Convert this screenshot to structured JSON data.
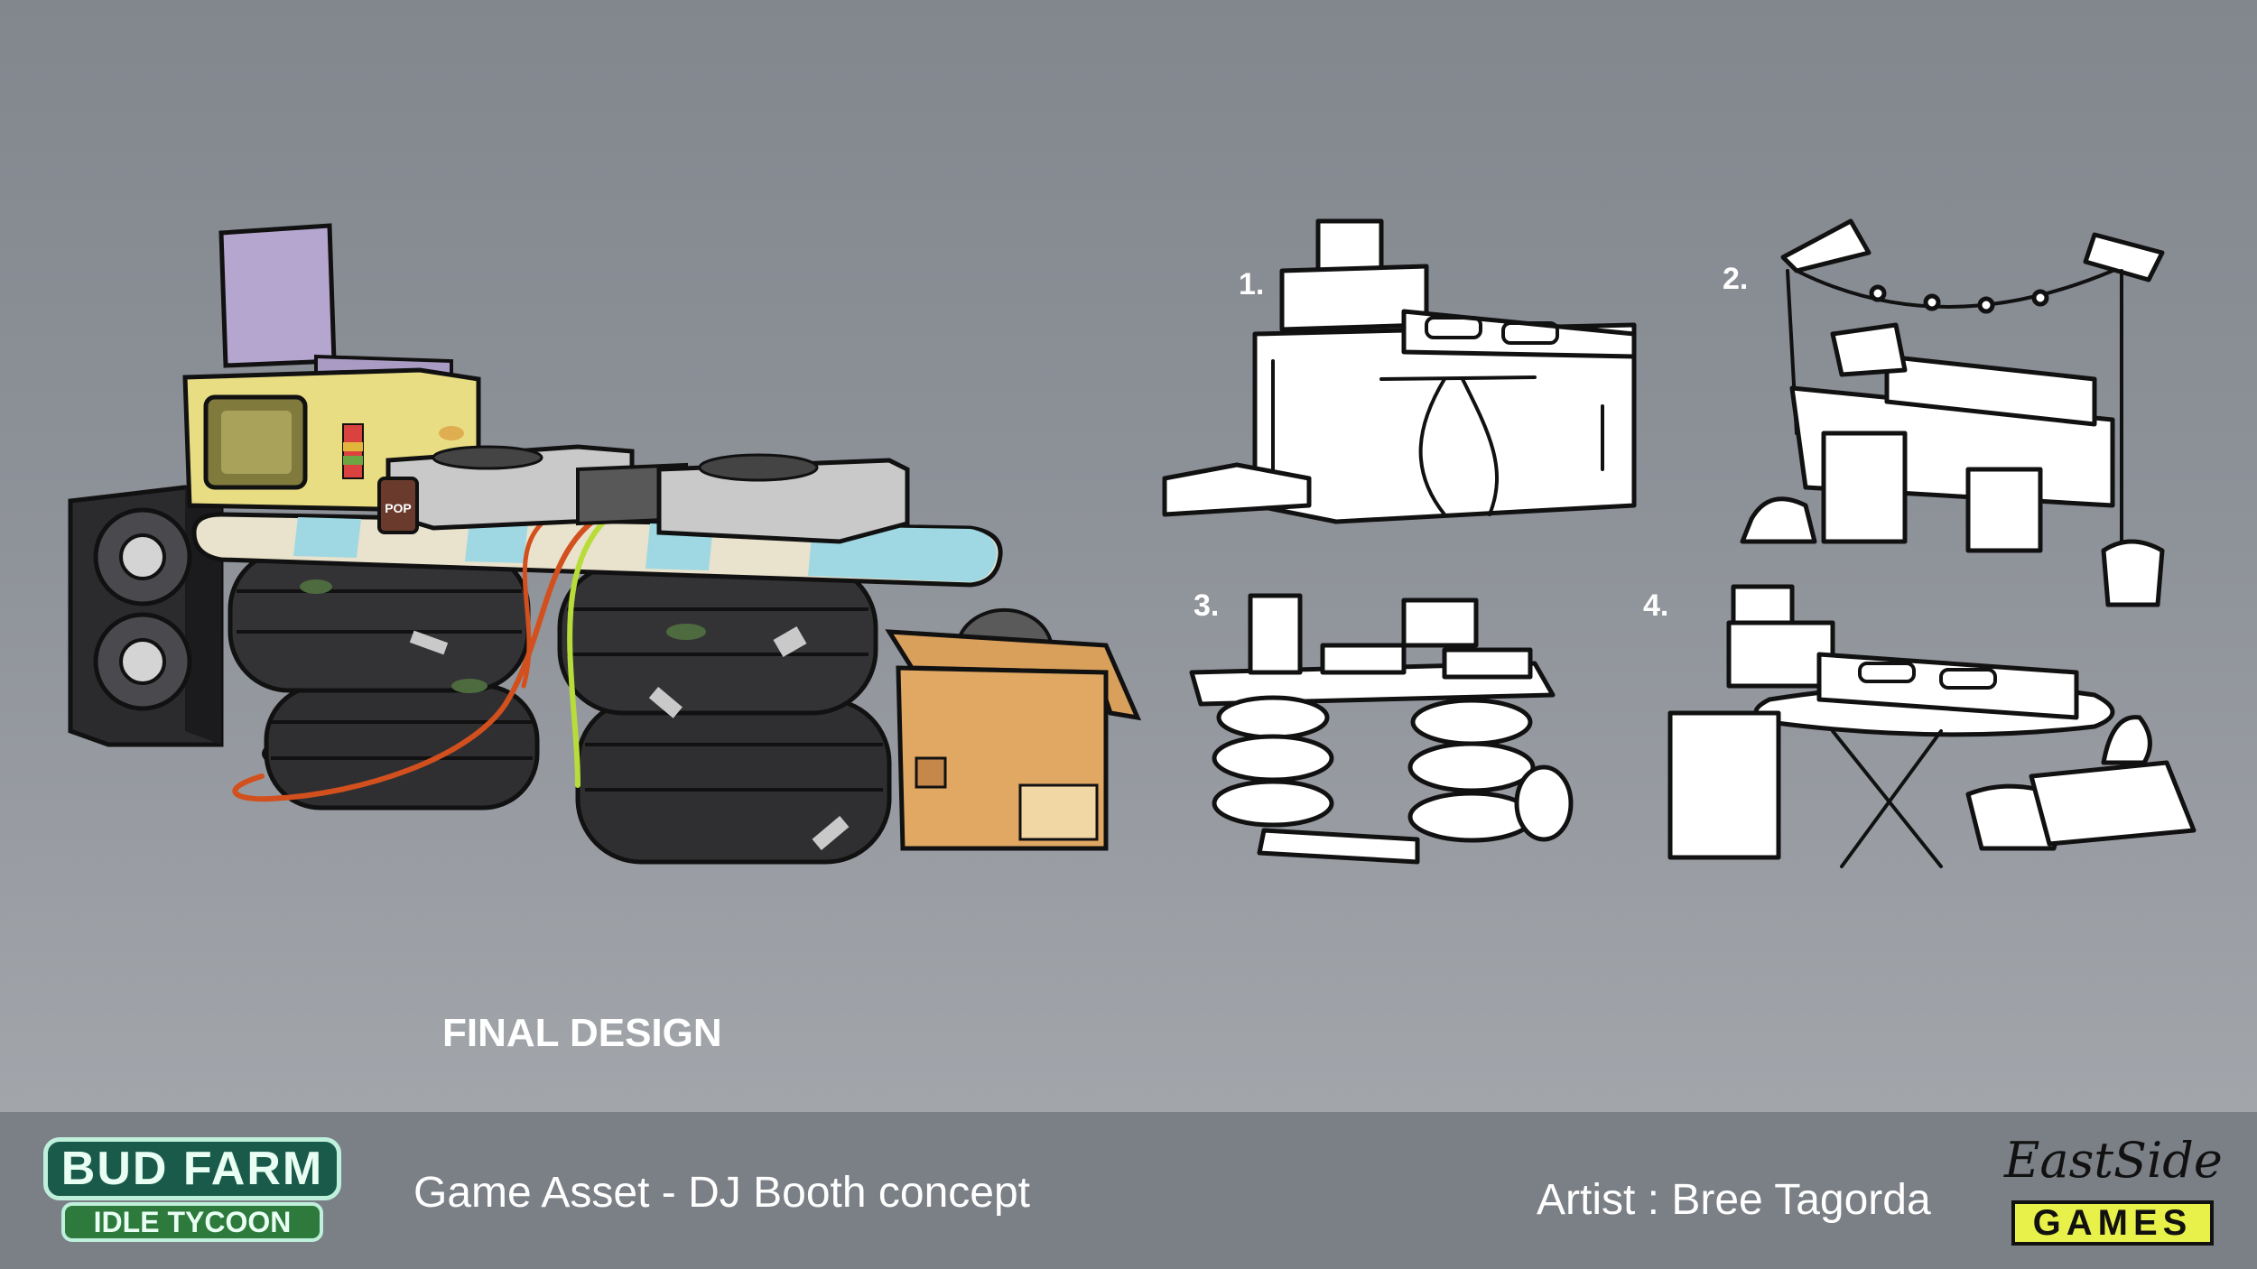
{
  "canvas": {
    "final_design_label": "FINAL DESIGN",
    "sketch_numbers": [
      "1.",
      "2.",
      "3.",
      "4."
    ],
    "can_label": "POP"
  },
  "footer": {
    "logo_line1": "BUD FARM",
    "logo_line2": "IDLE TYCOON",
    "title": "Game Asset - DJ Booth concept",
    "artist": "Artist : Bree Tagorda",
    "studio_line1": "EastSide",
    "studio_line2": "GAMES"
  },
  "colors": {
    "background": "#8a8f96",
    "footer": "#7b7f86",
    "budfarm_green": "#1a5a4a",
    "budfarm_mint": "#bff0dc",
    "eastside_yellow": "#e8f04a"
  }
}
